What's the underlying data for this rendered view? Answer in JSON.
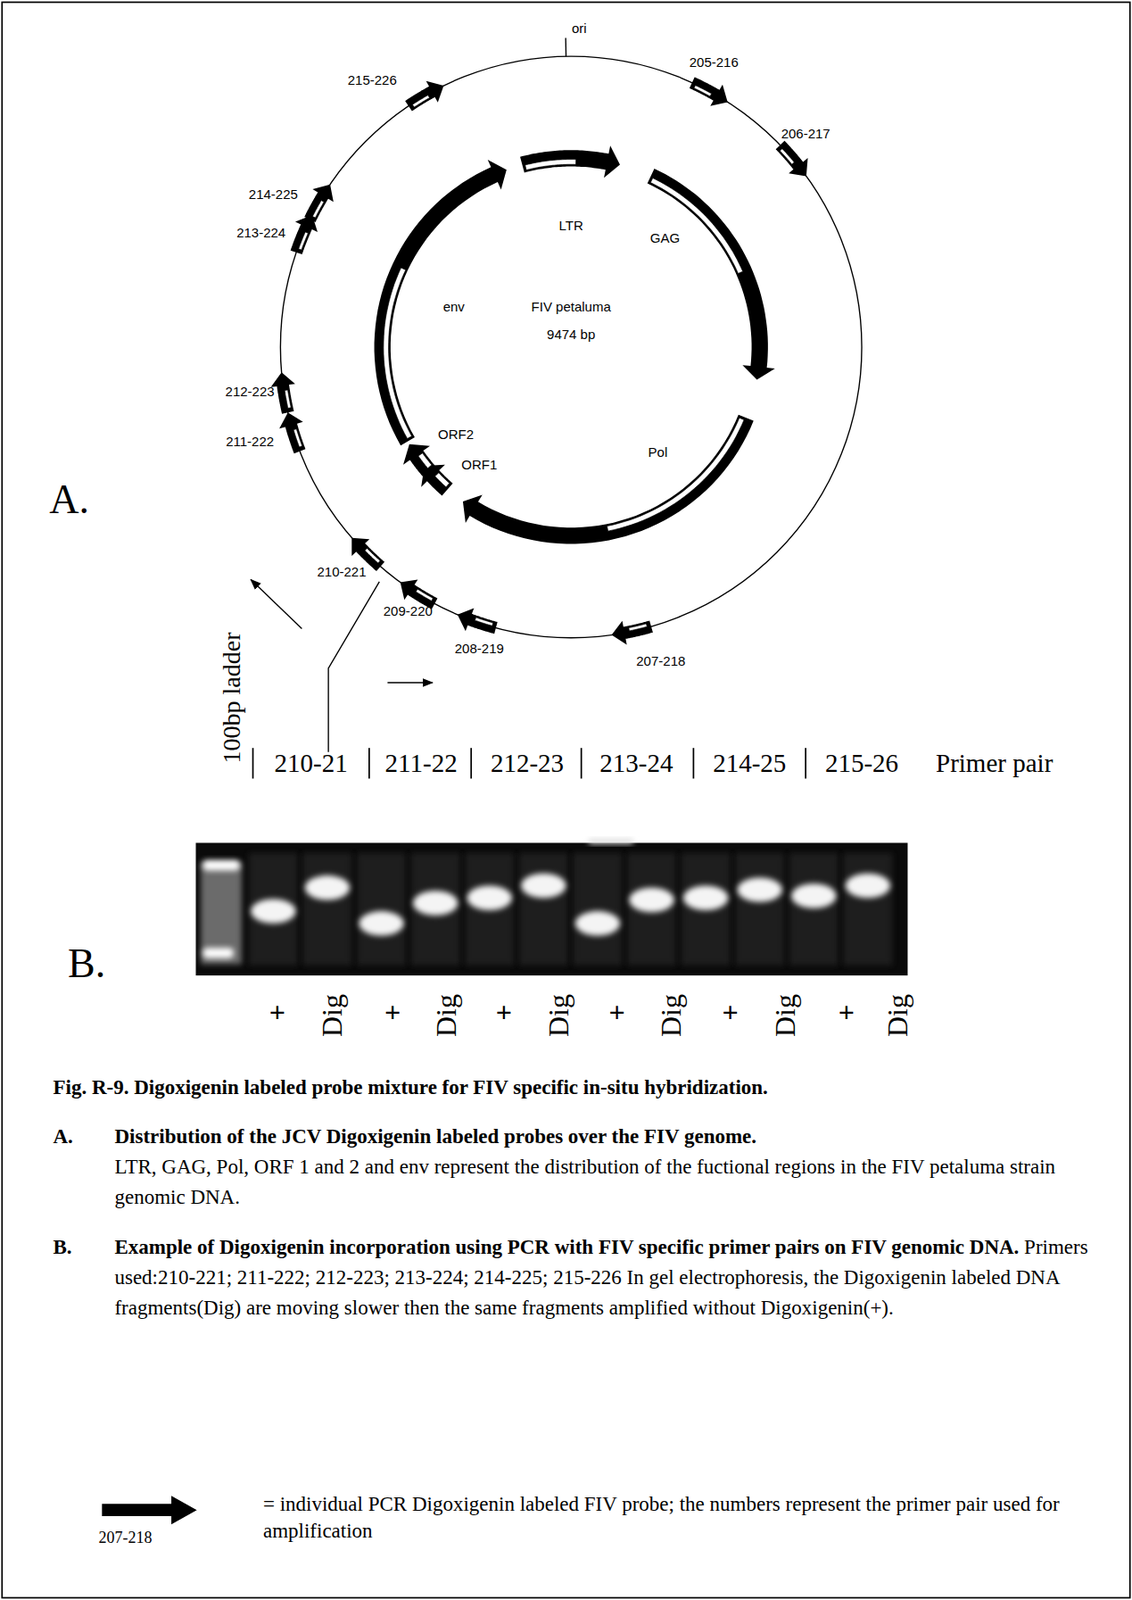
{
  "diagram": {
    "title": "Fig. R-9. Digoxigenin labeled probe mixture for FIV specific in-situ hybridization.",
    "labels": [
      "ori",
      "205-216",
      "206-217",
      "207-218",
      "208-219",
      "209-220",
      "210-221",
      "211-222",
      "212-223",
      "213-224",
      "214-225",
      "215-226",
      "LTR",
      "GAG",
      "Pol",
      "ORF1",
      "ORF2",
      "env",
      "FIV petaluma",
      "9474 bp",
      "A.",
      "100bp ladder",
      "210-21",
      "211-22",
      "212-23",
      "213-24",
      "214-25",
      "215-26",
      "Primer pair",
      "B.",
      "+",
      "Dig",
      "+",
      "Dig",
      "+",
      "Dig",
      "+",
      "Dig",
      "+",
      "Dig",
      "+",
      "Dig",
      "A.",
      "Distribution of the JCV Digoxigenin labeled probes over the FIV genome.",
      "LTR, GAG, Pol, ORF 1 and 2 and env represent the distribution of the fuctional regions in the FIV petaluma strain genomic DNA.",
      "B.",
      "Example of Digoxigenin incorporation using PCR with FIV specific primer pairs on FIV genomic DNA.",
      "Primers used:210-221; 211-222; 212-223; 213-224; 214-225; 215-226 In gel electrophoresis, the Digoxigenin labeled DNA fragments(Dig) are moving slower then the same fragments amplified without Digoxigenin(+).",
      "207-218"
    ],
    "legend": [
      {
        "text": "= individual PCR Digoxigenin labeled FIV probe; the numbers represent the primer pair used for amplification"
      }
    ]
  }
}
